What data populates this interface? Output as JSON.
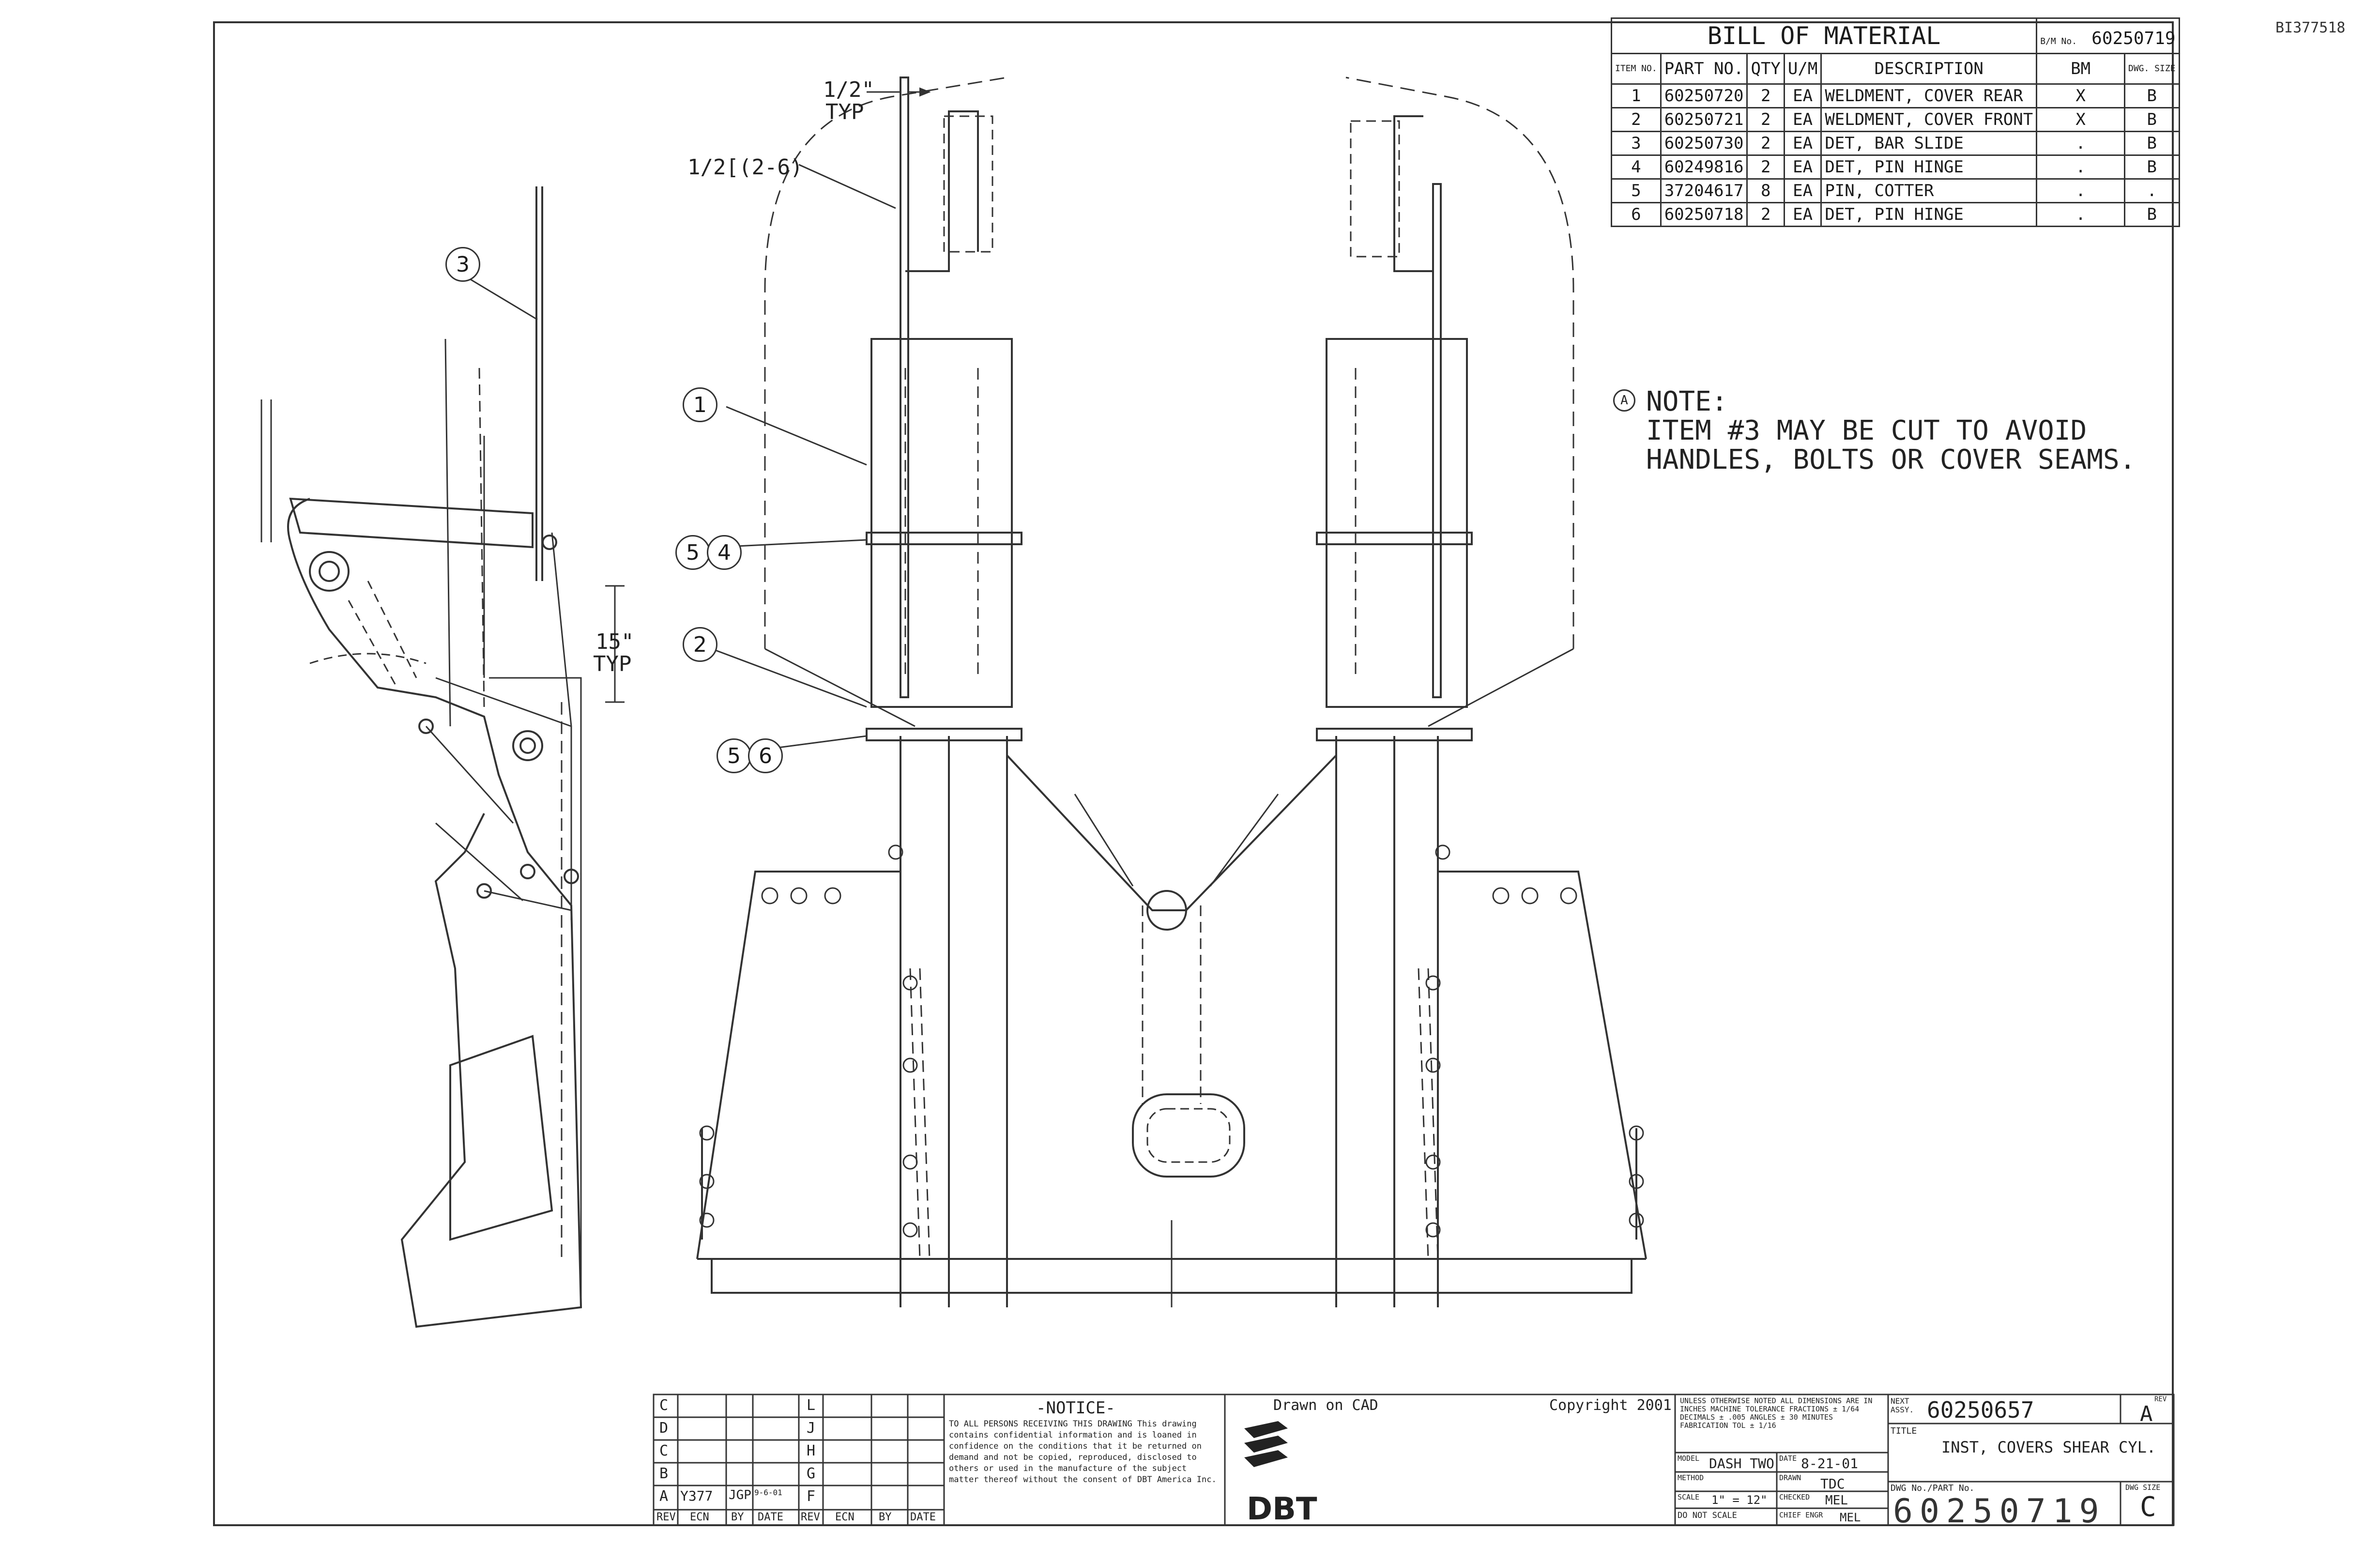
{
  "header": {
    "doc_id": "BI377518"
  },
  "bom": {
    "title": "BILL OF MATERIAL",
    "bm_label": "B/M No.",
    "bm_no": "60250719",
    "columns": {
      "item": "ITEM NO.",
      "part": "PART NO.",
      "qty": "QTY",
      "um": "U/M",
      "desc": "DESCRIPTION",
      "bm": "BM",
      "dwg": "DWG. SIZE"
    },
    "rows": [
      {
        "item": "1",
        "part": "60250720",
        "qty": "2",
        "um": "EA",
        "desc": "WELDMENT, COVER REAR",
        "bm": "X",
        "dwg": "B"
      },
      {
        "item": "2",
        "part": "60250721",
        "qty": "2",
        "um": "EA",
        "desc": "WELDMENT, COVER FRONT",
        "bm": "X",
        "dwg": "B"
      },
      {
        "item": "3",
        "part": "60250730",
        "qty": "2",
        "um": "EA",
        "desc": "DET, BAR SLIDE",
        "bm": ".",
        "dwg": "B"
      },
      {
        "item": "4",
        "part": "60249816",
        "qty": "2",
        "um": "EA",
        "desc": "DET, PIN HINGE",
        "bm": ".",
        "dwg": "B"
      },
      {
        "item": "5",
        "part": "37204617",
        "qty": "8",
        "um": "EA",
        "desc": "PIN, COTTER",
        "bm": ".",
        "dwg": "."
      },
      {
        "item": "6",
        "part": "60250718",
        "qty": "2",
        "um": "EA",
        "desc": "DET, PIN HINGE",
        "bm": ".",
        "dwg": "B"
      }
    ]
  },
  "note": {
    "symbol": "A",
    "heading": "NOTE:",
    "line1": "ITEM #3 MAY BE CUT TO AVOID",
    "line2": "HANDLES, BOLTS OR COVER SEAMS."
  },
  "dims": {
    "half_inch": "1/2\"",
    "typ1": "TYP",
    "weld": "1/2[(2-6)",
    "fifteen": "15\"",
    "typ2": "TYP"
  },
  "callouts": {
    "c1": "1",
    "c2": "2",
    "c3": "3",
    "c4": "4",
    "c5a": "5",
    "c5b": "5",
    "c6": "6"
  },
  "title_block": {
    "rev_rows": [
      {
        "l": "C",
        "r": "L"
      },
      {
        "l": "D",
        "r": "J"
      },
      {
        "l": "C",
        "r": "H"
      },
      {
        "l": "B",
        "r": "G"
      },
      {
        "l": "A",
        "ecn": "Y377",
        "by": "JGP",
        "date": "9-6-01",
        "r": "F"
      }
    ],
    "rev_headers": [
      "REV",
      "ECN",
      "BY",
      "DATE",
      "REV",
      "ECN",
      "BY",
      "DATE"
    ],
    "notice_title": "-NOTICE-",
    "notice_text": "TO ALL PERSONS RECEIVING THIS DRAWING This drawing contains confidential information and is loaned in confidence on the conditions that it be returned on demand and not be copied, reproduced, disclosed to others or used in the manufacture of the subject matter thereof without the consent of DBT America Inc.",
    "drawn_on": "Drawn on CAD",
    "copyright": "Copyright 2001",
    "company": "DBT",
    "tolerance": "UNLESS OTHERWISE NOTED ALL DIMENSIONS ARE IN INCHES MACHINE TOLERANCE FRACTIONS ± 1/64 DECIMALS ± .005 ANGLES ± 30 MINUTES FABRICATION TOL ± 1/16",
    "model_label": "MODEL",
    "model": "DASH TWO",
    "date_label": "DATE",
    "date": "8-21-01",
    "method_label": "METHOD",
    "drawn_label": "DRAWN",
    "drawn": "TDC",
    "scale_label": "SCALE",
    "scale": "1\" = 12\"",
    "checked_label": "CHECKED",
    "checked": "MEL",
    "no_scale": "DO NOT SCALE",
    "chief_label": "CHIEF ENGR",
    "chief": "MEL",
    "next_assy_label": "NEXT ASSY.",
    "next_assy": "60250657",
    "rev_label": "REV",
    "rev": "A",
    "title_label": "TITLE",
    "title": "INST, COVERS SHEAR CYL.",
    "dwg_no_label": "DWG No./PART No.",
    "dwg_no": "60250719",
    "size_label": "DWG SIZE",
    "size": "C"
  }
}
